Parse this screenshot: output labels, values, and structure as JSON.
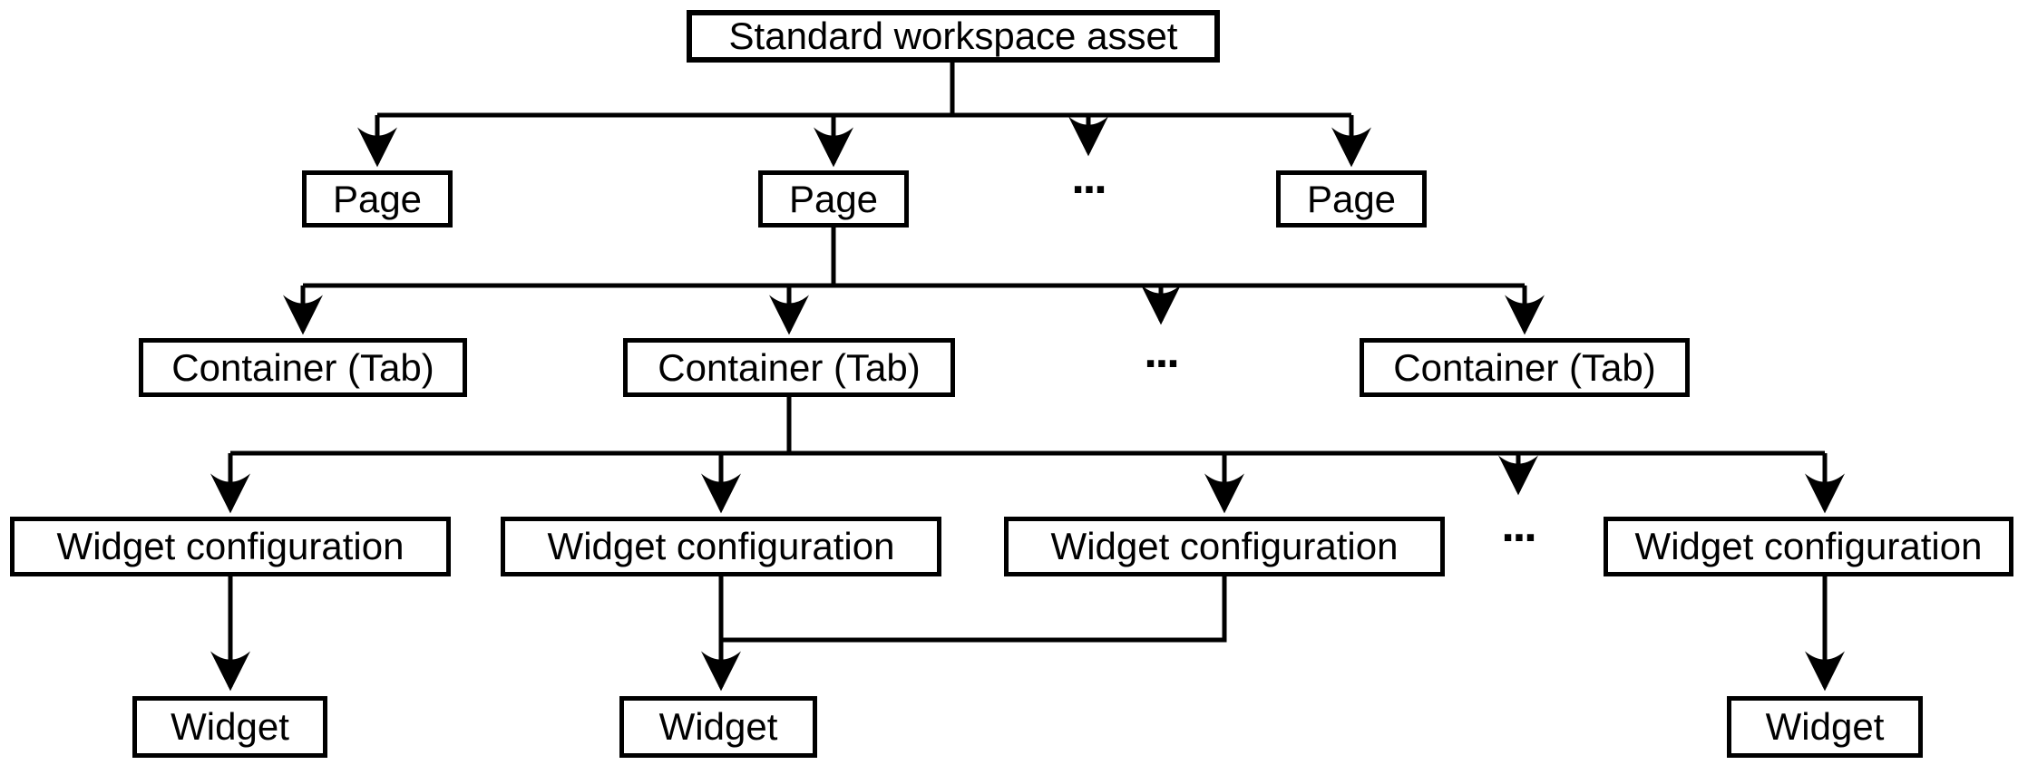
{
  "colors": {
    "background": "#ffffff",
    "line": "#000000",
    "box_fill": "#ffffff",
    "text": "#000000"
  },
  "nodes": {
    "root": {
      "label": "Standard workspace asset"
    },
    "pages": [
      {
        "label": "Page"
      },
      {
        "label": "Page"
      },
      {
        "label": "Page"
      }
    ],
    "pages_ellipsis": "...",
    "containers": [
      {
        "label": "Container (Tab)"
      },
      {
        "label": "Container (Tab)"
      },
      {
        "label": "Container (Tab)"
      }
    ],
    "containers_ellipsis": "...",
    "widget_configs": [
      {
        "label": "Widget configuration"
      },
      {
        "label": "Widget configuration"
      },
      {
        "label": "Widget configuration"
      },
      {
        "label": "Widget configuration"
      }
    ],
    "widget_configs_ellipsis": "...",
    "widgets": [
      {
        "label": "Widget"
      },
      {
        "label": "Widget"
      },
      {
        "label": "Widget"
      }
    ]
  }
}
